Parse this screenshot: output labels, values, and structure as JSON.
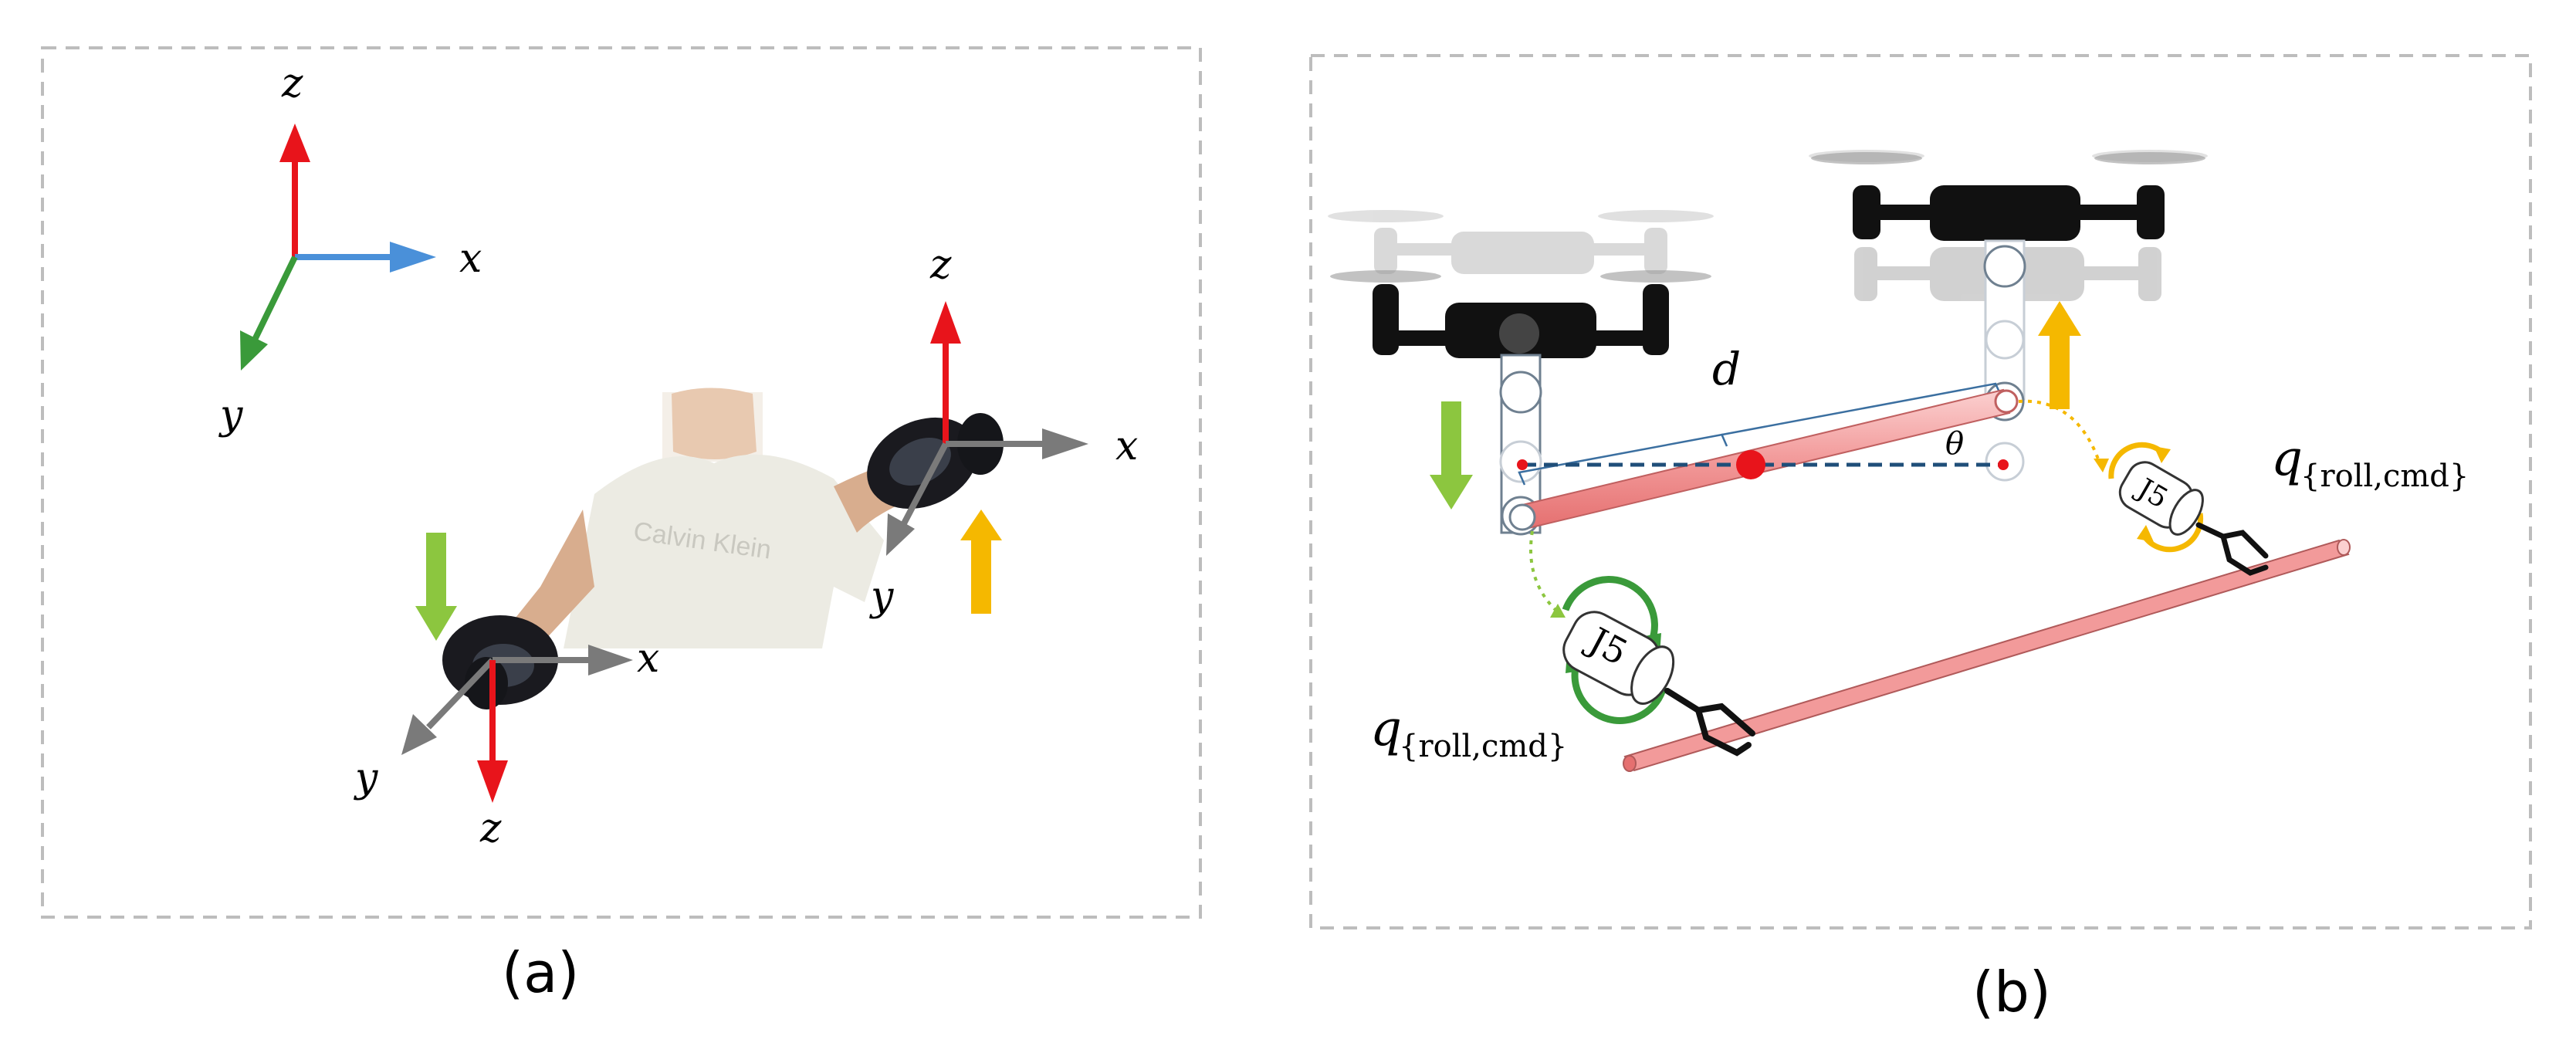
{
  "panel_a": {
    "caption": "(a)",
    "world_frame": {
      "x": "x",
      "y": "y",
      "z": "z"
    },
    "right_controller_frame": {
      "x": "x",
      "y": "y",
      "z": "z"
    },
    "left_controller_frame": {
      "x": "x",
      "y": "y",
      "z": "z"
    },
    "shirt_text": "Calvin Klein"
  },
  "panel_b": {
    "caption": "(b)",
    "distance_label": "d",
    "angle_label": "θ",
    "joint_left": "J5",
    "joint_right": "J5",
    "roll_cmd_left": {
      "symbol": "q",
      "subscript": "{roll,cmd}"
    },
    "roll_cmd_right": {
      "symbol": "q",
      "subscript": "{roll,cmd}"
    }
  },
  "colors": {
    "x_world": "#4a90d9",
    "y_world": "#3a9a3a",
    "z_axis": "#e8141b",
    "controller_axis": "#7a7a7a",
    "down_arrow": "#8cc63f",
    "up_arrow": "#f5b800",
    "bar": "#f29a9a",
    "dashed_line": "#1f4e79",
    "center_dot": "#e8141b"
  }
}
